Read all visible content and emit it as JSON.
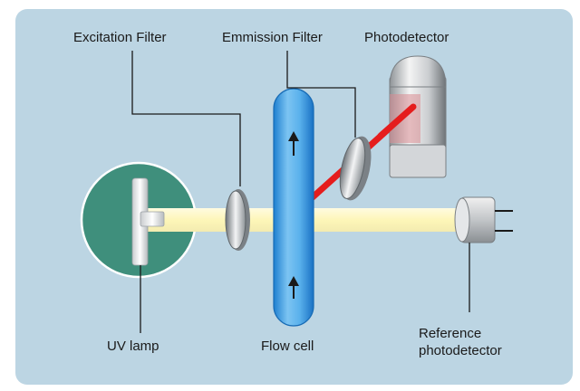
{
  "labels": {
    "excitation_filter": "Excitation Filter",
    "emission_filter": "Emmission Filter",
    "photodetector": "Photodetector",
    "uv_lamp": "UV lamp",
    "flow_cell": "Flow cell",
    "reference_line1": "Reference",
    "reference_line2": "photodetector"
  },
  "colors": {
    "panel_background": "#bcd5e3",
    "lamp_circle": "#3f8f7c",
    "light_beam": "#fdf7c6",
    "fluorescence_beam": "#e51d1d",
    "flow_cell": "#3f9be0",
    "leader_line": "#1a1a1a"
  }
}
